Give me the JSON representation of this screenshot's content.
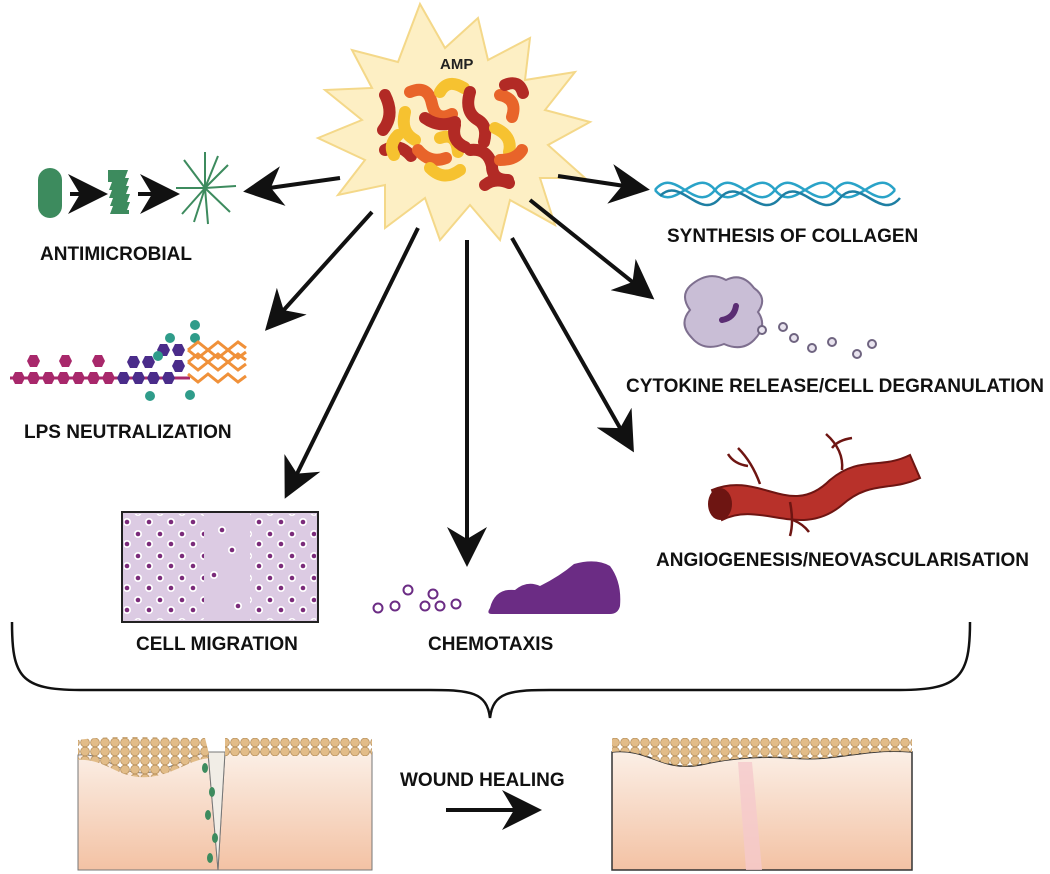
{
  "center": {
    "label": "AMP"
  },
  "effects": [
    {
      "id": "antimicrobial",
      "label": "ANTIMICROBIAL"
    },
    {
      "id": "lps",
      "label": "LPS NEUTRALIZATION"
    },
    {
      "id": "cell-migration",
      "label": "CELL MIGRATION"
    },
    {
      "id": "chemotaxis",
      "label": "CHEMOTAXIS"
    },
    {
      "id": "collagen",
      "label": "SYNTHESIS OF COLLAGEN"
    },
    {
      "id": "cytokine",
      "label": "CYTOKINE RELEASE/CELL DEGRANULATION"
    },
    {
      "id": "angiogenesis",
      "label": "ANGIOGENESIS/NEOVASCULARISATION"
    }
  ],
  "outcome": {
    "label": "WOUND HEALING"
  },
  "colors": {
    "starburst": "#FDEFC4",
    "peptide_dark": "#B22A25",
    "peptide_mid": "#E8642A",
    "peptide_light": "#F6C230",
    "bacteria": "#3D8B5E",
    "collagen": "#2AA3C8",
    "immune_cell": "#C9BED6",
    "vessel": "#B8312A",
    "chemo_cell": "#6B2C84",
    "skin_top": "#F8E6DA",
    "skin_bottom": "#F3C8AE",
    "scab": "#DDB580",
    "lps_chain": "#A8286B",
    "lps_core": "#4A2C8A",
    "lps_teal": "#2F9C8A",
    "lps_lipid": "#F0913A"
  }
}
